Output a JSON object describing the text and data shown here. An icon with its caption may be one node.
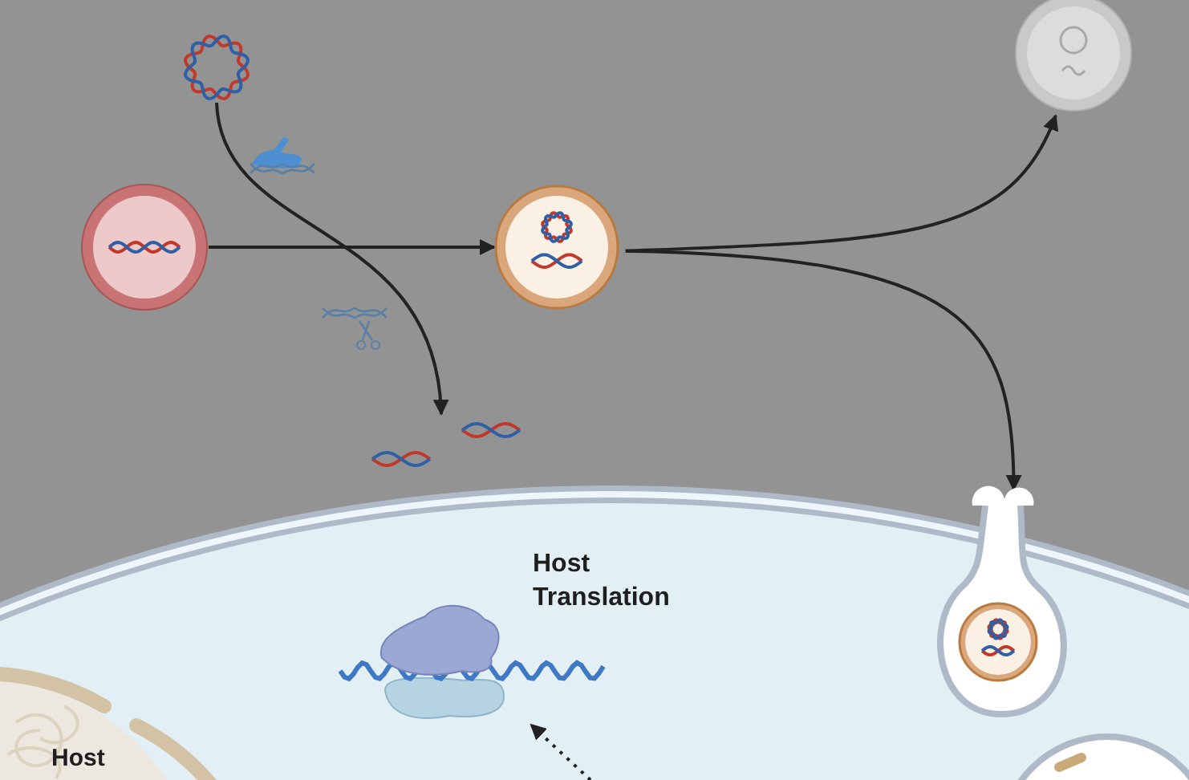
{
  "diagram": {
    "nodes": [
      {
        "text": [],
        "shape": "picture"
      },
      {
        "text": [],
        "shape": "picture"
      },
      {
        "text": [],
        "shape": "picture"
      },
      {
        "text": [],
        "shape": "picture"
      },
      {
        "text": [],
        "shape": "picture"
      },
      {
        "text": [],
        "shape": "picture"
      },
      {
        "text": [],
        "shape": "picture",
        "in": 5
      },
      {
        "text": [],
        "shape": "picture"
      }
    ],
    "edges": [
      {
        "from": 0,
        "to": 4,
        "arrow": "to"
      },
      {
        "from": 1,
        "to": 2,
        "arrow": "to"
      },
      {
        "from": 2,
        "to": 3,
        "arrow": "to"
      },
      {
        "from": 2,
        "to": 5,
        "arrow": "to"
      },
      {
        "from": null,
        "to": 7,
        "arrow": "to",
        "style": "dashed"
      }
    ],
    "labels": [
      "Host Translation",
      "Host"
    ]
  }
}
